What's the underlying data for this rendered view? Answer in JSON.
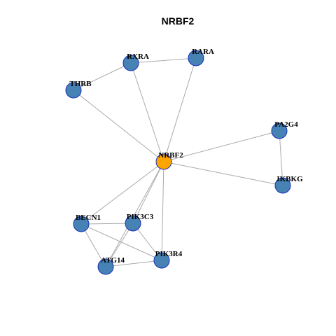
{
  "title": "NRBF2",
  "colors": {
    "center_node": "#FFA500",
    "node": "#4682B4",
    "node_border": "#1A2FB8",
    "edge": "#AAAAAA"
  },
  "nodes": [
    {
      "id": "NRBF2",
      "label": "NRBF2",
      "center": true
    },
    {
      "id": "RXRA",
      "label": "RXRA"
    },
    {
      "id": "RARA",
      "label": "RARA"
    },
    {
      "id": "THRB",
      "label": "THRB"
    },
    {
      "id": "PA2G4",
      "label": "PA2G4"
    },
    {
      "id": "IKBKG",
      "label": "IKBKG"
    },
    {
      "id": "BECN1",
      "label": "BECN1"
    },
    {
      "id": "PIK3C3",
      "label": "PIK3C3"
    },
    {
      "id": "PIK3R4",
      "label": "PIK3R4"
    },
    {
      "id": "ATG14",
      "label": "ATG14"
    }
  ],
  "edges": [
    [
      "NRBF2",
      "RXRA"
    ],
    [
      "NRBF2",
      "RARA"
    ],
    [
      "NRBF2",
      "THRB"
    ],
    [
      "NRBF2",
      "PA2G4"
    ],
    [
      "NRBF2",
      "IKBKG"
    ],
    [
      "NRBF2",
      "BECN1"
    ],
    [
      "NRBF2",
      "PIK3C3"
    ],
    [
      "NRBF2",
      "PIK3R4"
    ],
    [
      "NRBF2",
      "ATG14"
    ],
    [
      "RXRA",
      "RARA"
    ],
    [
      "RXRA",
      "THRB"
    ],
    [
      "PA2G4",
      "IKBKG"
    ],
    [
      "BECN1",
      "PIK3C3"
    ],
    [
      "BECN1",
      "ATG14"
    ],
    [
      "BECN1",
      "PIK3R4"
    ],
    [
      "PIK3C3",
      "ATG14"
    ],
    [
      "PIK3C3",
      "PIK3R4"
    ],
    [
      "ATG14",
      "PIK3R4"
    ]
  ]
}
